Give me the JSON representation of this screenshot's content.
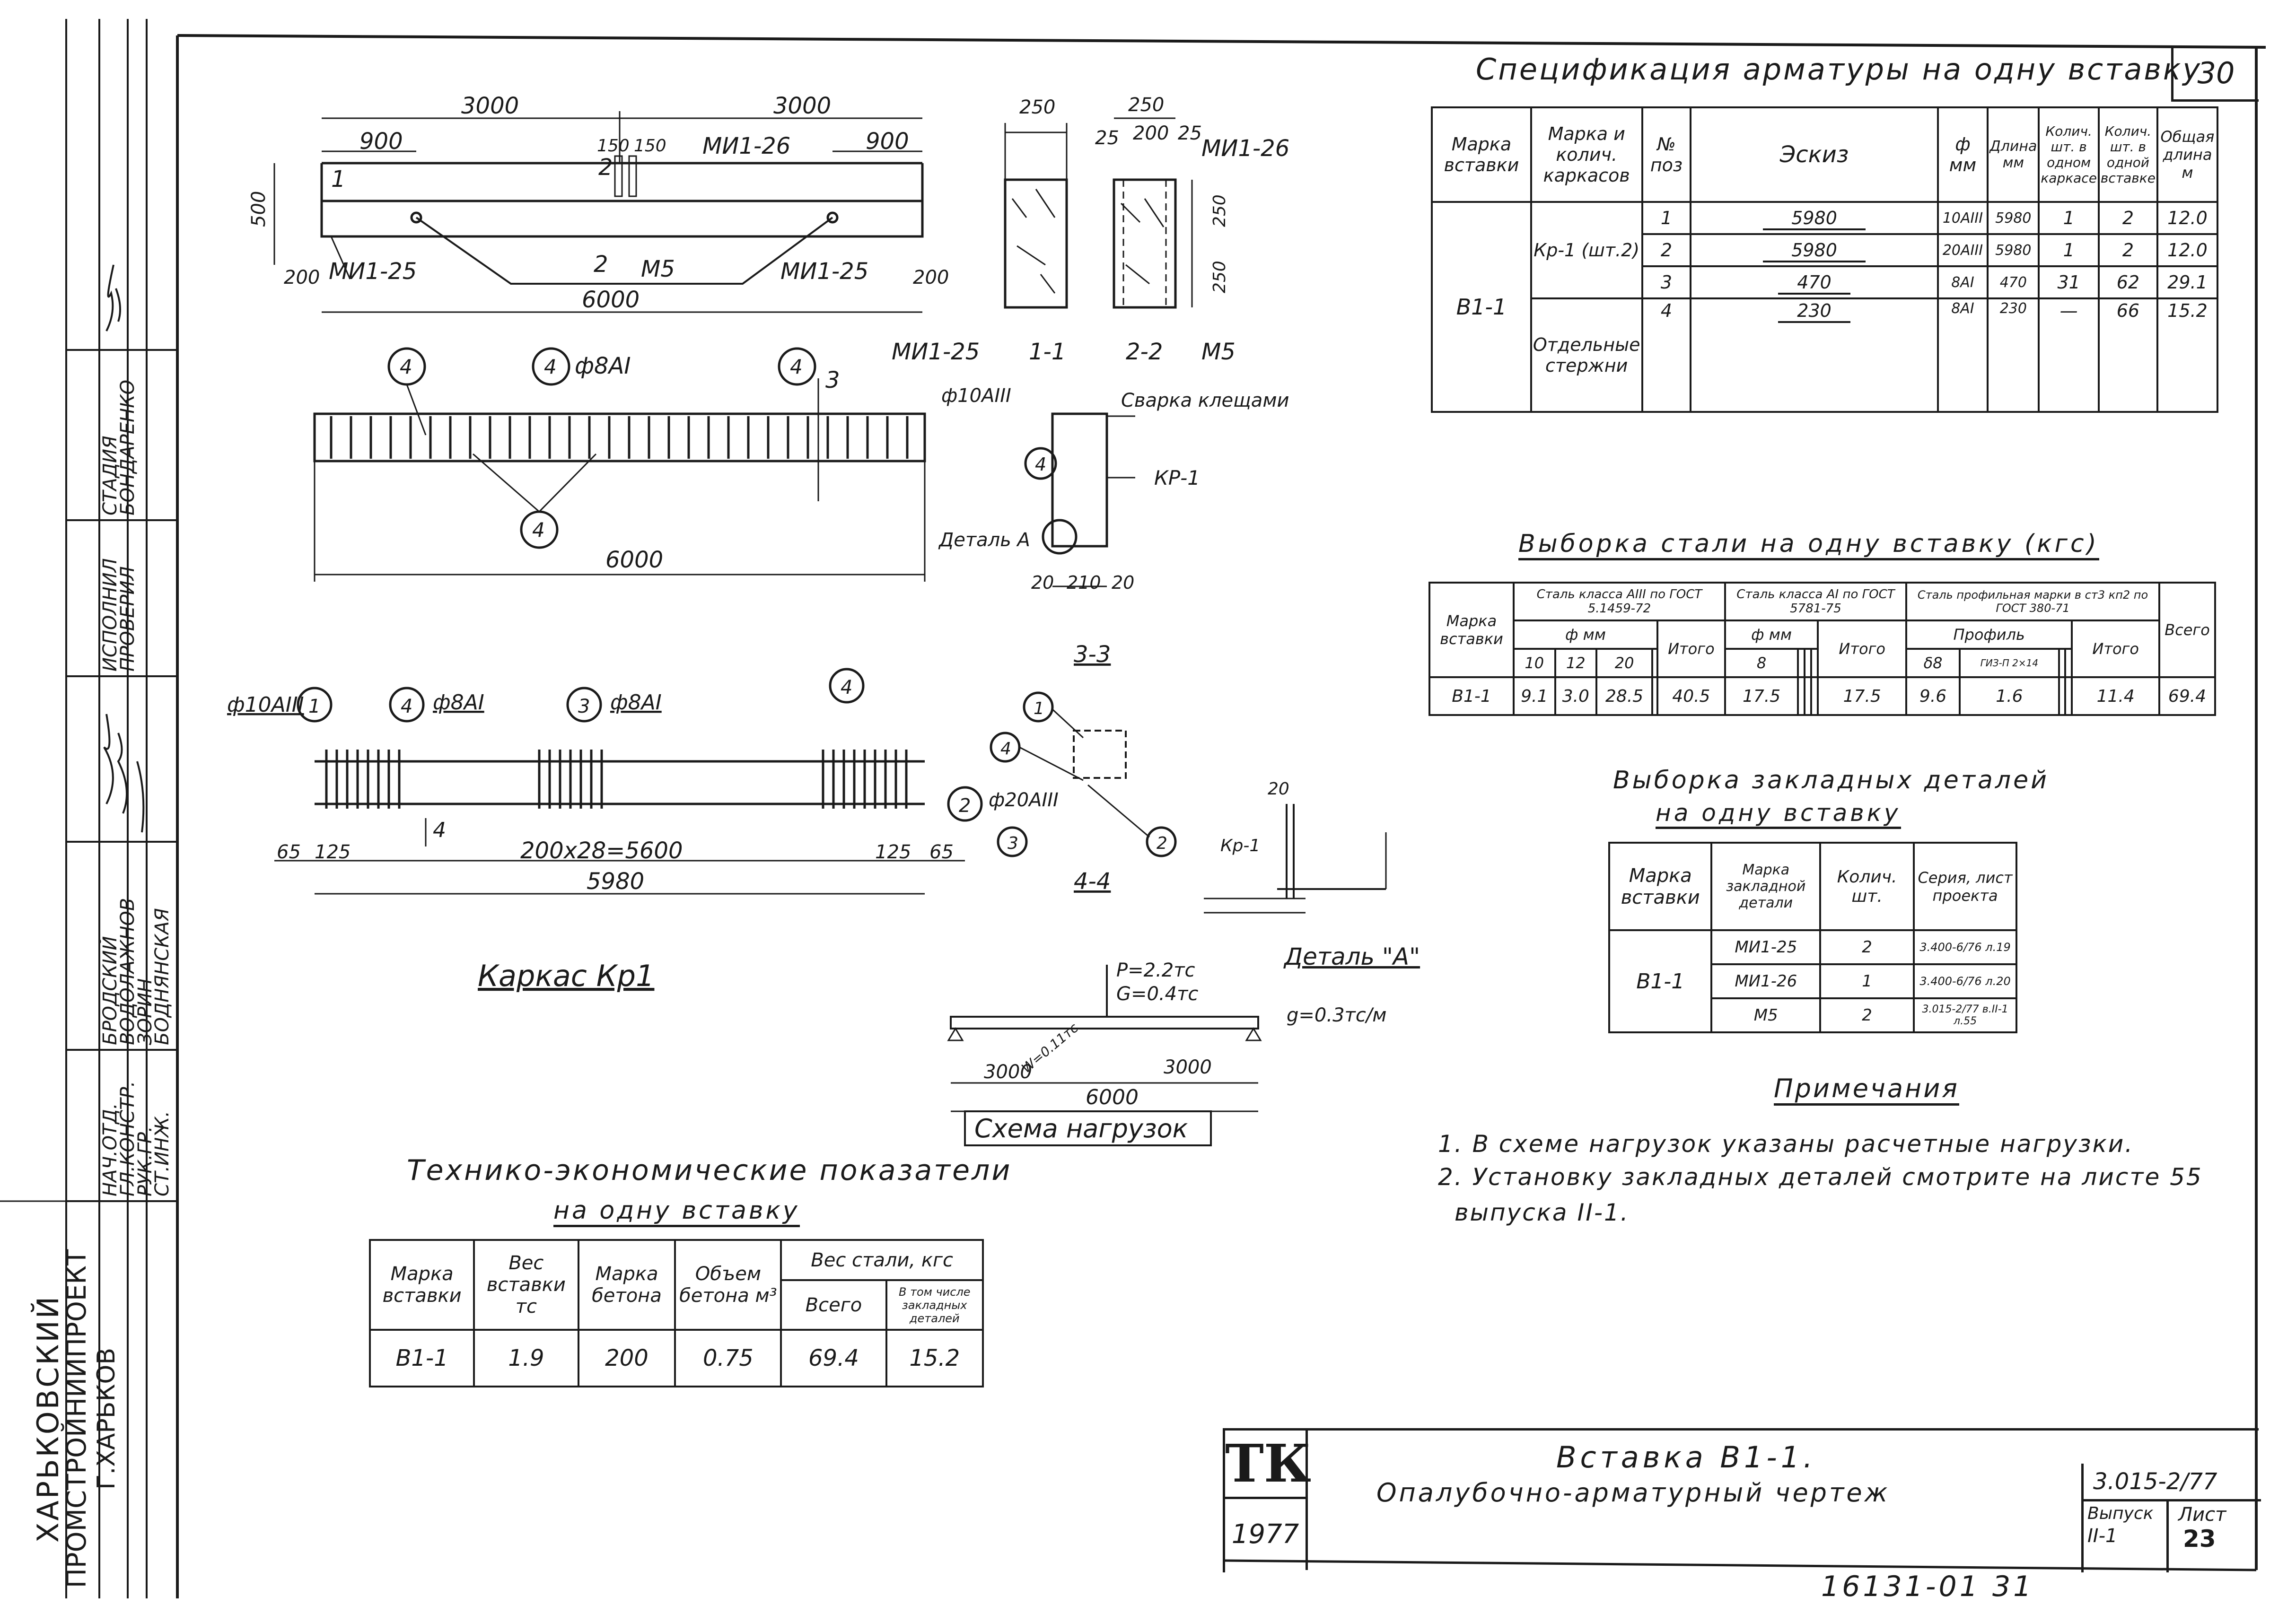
{
  "left_strip": {
    "org": [
      "ХАРЬКОВСКИЙ",
      "ПРОМСТРОЙНИИПРОЕКТ",
      "Г.ХАРЬКОВ"
    ],
    "roles": [
      "НАЧ.ОТД.",
      "ГЛ.КОНСТР.",
      "РУК.ГР.",
      "СТ.ИНЖ."
    ],
    "names": [
      "БРОДСКИЙ",
      "ВОДОЛАЖНОВ",
      "ЗОРИН",
      "БОДНЯНСКАЯ"
    ],
    "executed_label": "ИСПОЛНИЛ",
    "checked_label": "ПРОВЕРИЛ",
    "stage_label": "СТАДИЯ",
    "stage_name": "БОНДАРЕНКО"
  },
  "sheet_number": "30",
  "stamp": {
    "logo": "ТК",
    "year": "1977",
    "title": "Вставка В1-1.",
    "subtitle": "Опалубочно-арматурный чертеж",
    "series": "3.015-2/77",
    "issue_label": "Выпуск",
    "issue": "II-1",
    "sheet_label": "Лист",
    "sheet": "23",
    "inventory": "16131-01 31"
  },
  "drawings": {
    "elevation": {
      "dim_3000_left": "3000",
      "dim_3000_right": "3000",
      "dim_900_left": "900",
      "dim_900_right": "900",
      "dim_150_a": "150",
      "dim_150_b": "150",
      "dim_500": "500",
      "dim_200_left": "200",
      "dim_200_right": "200",
      "dim_6000": "6000",
      "label_mi126": "МИ1-26",
      "label_mi125_left": "МИ1-25",
      "label_mi125_right": "МИ1-25",
      "label_m5": "М5",
      "cut_1": "1",
      "cut_2a": "2",
      "cut_2b": "2"
    },
    "section_1_1": {
      "title": "1-1",
      "dim_250": "250",
      "label": "МИ1-25"
    },
    "section_2_2": {
      "title": "2-2",
      "dim_250": "250",
      "dim_200": "200",
      "dim_25a": "25",
      "dim_25b": "25",
      "dim_250v": "250",
      "dim_250v2": "250",
      "label_mi126": "МИ1-26",
      "label_m5": "М5"
    },
    "frame_plan": {
      "mark_4a": "4",
      "mark_4b": "4",
      "mark_4c": "4",
      "mark_4d": "4",
      "rebar": "ф8АI",
      "cut": "3",
      "dim_6000": "6000"
    },
    "section_3_3_cage": {
      "rebar": "ф10АIII",
      "weld": "Сварка клещами",
      "kr": "КР-1",
      "mark_4": "4",
      "detail": "Деталь А",
      "dim_20a": "20",
      "dim_210": "210",
      "dim_20b": "20"
    },
    "frame_elev": {
      "rebar1": "ф10АIII",
      "mark_1": "1",
      "mark_4a": "4",
      "rebar2": "ф8АI",
      "mark_3": "3",
      "rebar3": "ф8АI",
      "mark_4b": "4",
      "mark_2": "2",
      "rebar4": "ф20АIII",
      "dim_65a": "65",
      "dim_125a": "125",
      "dim_mid": "200x28=5600",
      "dim_125b": "125",
      "dim_65b": "65",
      "dim_5980": "5980",
      "cut_4": "4"
    },
    "frame_title": "Каркас Кр1",
    "section_3_3": {
      "title": "3-3",
      "m1": "1",
      "m4": "4",
      "m2": "2",
      "m3": "3"
    },
    "section_4_4": {
      "title": "4-4"
    },
    "detail_a": {
      "title": "Деталь \"А\"",
      "kr": "Кр-1",
      "dim": "20"
    },
    "load_scheme": {
      "P": "P=2.2тс",
      "G": "G=0.4тс",
      "g": "g=0.3тс/м",
      "W": "W=0.11тс",
      "dim_3000a": "3000",
      "dim_3000b": "3000",
      "dim_6000": "6000",
      "title": "Схема нагрузок"
    }
  },
  "spec_table": {
    "title": "Спецификация арматуры на одну вставку",
    "headers": [
      "Марка вставки",
      "Марка и колич. каркасов",
      "№ поз",
      "Эскиз",
      "ф мм",
      "Длина мм",
      "Колич. шт. в одном каркасе",
      "Колич. шт. в одной вставке",
      "Общая длина м"
    ],
    "mark": "В1-1",
    "frame": "Кр-1 (шт.2)",
    "separate": "Отдельные стержни",
    "rows": [
      {
        "pos": "1",
        "sketch": "5980",
        "dia": "10АIII",
        "len": "5980",
        "q1": "1",
        "q2": "2",
        "total": "12.0"
      },
      {
        "pos": "2",
        "sketch": "5980",
        "dia": "20АIII",
        "len": "5980",
        "q1": "1",
        "q2": "2",
        "total": "12.0"
      },
      {
        "pos": "3",
        "sketch": "470",
        "dia": "8АI",
        "len": "470",
        "q1": "31",
        "q2": "62",
        "total": "29.1"
      },
      {
        "pos": "4",
        "sketch": "230",
        "dia": "8АI",
        "len": "230",
        "q1": "—",
        "q2": "66",
        "total": "15.2"
      }
    ]
  },
  "steel_table": {
    "title": "Выборка стали на одну вставку (кгс)",
    "h_mark": "Марка вставки",
    "h_a3": "Сталь класса AIII по ГОСТ 5.1459-72",
    "h_a1": "Сталь класса AI по ГОСТ 5781-75",
    "h_prof": "Сталь профильная марки в ст3 кп2 по ГОСТ 380-71",
    "h_fmm": "ф мм",
    "h_profile": "Профиль",
    "h_total": "Итого",
    "h_grand": "Всего",
    "cols_a3": [
      "10",
      "12",
      "20"
    ],
    "cols_a1": [
      "8"
    ],
    "cols_prof": [
      "δ8",
      "ГИЗ-П 2×14"
    ],
    "row": {
      "mark": "В1-1",
      "a3": [
        "9.1",
        "3.0",
        "28.5"
      ],
      "a3_total": "40.5",
      "a1": [
        "17.5"
      ],
      "a1_total": "17.5",
      "prof": [
        "9.6",
        "1.6"
      ],
      "prof_total": "11.4",
      "grand": "69.4"
    }
  },
  "embedded_table": {
    "title": "Выборка закладных деталей",
    "subtitle": "на одну вставку",
    "headers": [
      "Марка вставки",
      "Марка закладной детали",
      "Колич. шт.",
      "Серия, лист проекта"
    ],
    "mark": "В1-1",
    "rows": [
      {
        "part": "МИ1-25",
        "qty": "2",
        "series": "3.400-6/76 л.19"
      },
      {
        "part": "МИ1-26",
        "qty": "1",
        "series": "3.400-6/76 л.20"
      },
      {
        "part": "М5",
        "qty": "2",
        "series": "3.015-2/77 в.II-1 л.55"
      }
    ]
  },
  "notes": {
    "title": "Примечания",
    "items": [
      "1. В схеме нагрузок указаны расчетные нагрузки.",
      "2. Установку закладных деталей смотрите на листе 55",
      "выпуска II-1."
    ]
  },
  "tech_table": {
    "title": "Технико-экономические показатели",
    "subtitle": "на одну вставку",
    "headers": [
      "Марка вставки",
      "Вес вставки тс",
      "Марка бетона",
      "Объем бетона м³",
      "Вес стали, кгс",
      "Всего",
      "В том числе закладных деталей"
    ],
    "row": [
      "В1-1",
      "1.9",
      "200",
      "0.75",
      "69.4",
      "15.2"
    ]
  }
}
